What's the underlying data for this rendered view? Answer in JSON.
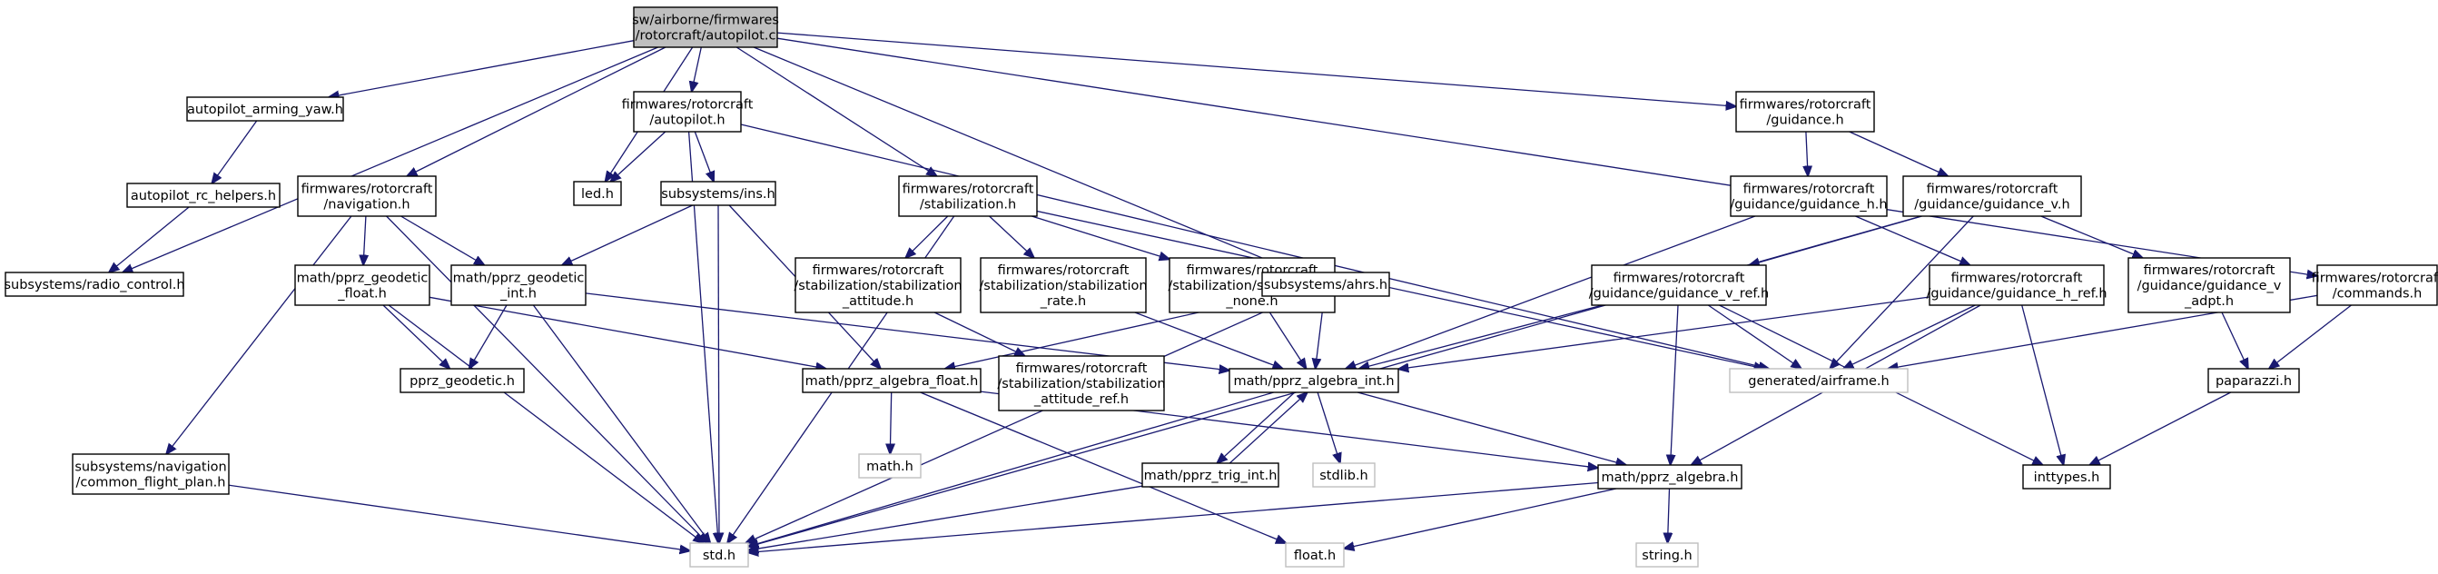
{
  "root": "a",
  "nodes": [
    {
      "id": "a",
      "lines": [
        "sw/airborne/firmwares",
        "/rotorcraft/autopilot.c"
      ]
    },
    {
      "id": "ary",
      "lines": [
        "autopilot_arming_yaw.h"
      ]
    },
    {
      "id": "rch",
      "lines": [
        "autopilot_rc_helpers.h"
      ]
    },
    {
      "id": "rc",
      "lines": [
        "subsystems/radio_control.h"
      ]
    },
    {
      "id": "nav",
      "lines": [
        "firmwares/rotorcraft",
        "/navigation.h"
      ]
    },
    {
      "id": "aph",
      "lines": [
        "firmwares/rotorcraft",
        "/autopilot.h"
      ]
    },
    {
      "id": "led",
      "lines": [
        "led.h"
      ]
    },
    {
      "id": "ins",
      "lines": [
        "subsystems/ins.h"
      ]
    },
    {
      "id": "stab",
      "lines": [
        "firmwares/rotorcraft",
        "/stabilization.h"
      ]
    },
    {
      "id": "guid",
      "lines": [
        "firmwares/rotorcraft",
        "/guidance.h"
      ]
    },
    {
      "id": "gh",
      "lines": [
        "firmwares/rotorcraft",
        "/guidance/guidance_h.h"
      ]
    },
    {
      "id": "gv",
      "lines": [
        "firmwares/rotorcraft",
        "/guidance/guidance_v.h"
      ]
    },
    {
      "id": "cmd",
      "lines": [
        "firmwares/rotorcraft",
        "/commands.h"
      ]
    },
    {
      "id": "pgf",
      "lines": [
        "math/pprz_geodetic",
        "_float.h"
      ]
    },
    {
      "id": "pgi",
      "lines": [
        "math/pprz_geodetic",
        "_int.h"
      ]
    },
    {
      "id": "pg",
      "lines": [
        "pprz_geodetic.h"
      ]
    },
    {
      "id": "sa",
      "lines": [
        "firmwares/rotorcraft",
        "/stabilization/stabilization",
        "_attitude.h"
      ]
    },
    {
      "id": "sr",
      "lines": [
        "firmwares/rotorcraft",
        "/stabilization/stabilization",
        "_rate.h"
      ]
    },
    {
      "id": "sn",
      "lines": [
        "firmwares/rotorcraft",
        "/stabilization/stabilization",
        "_none.h"
      ]
    },
    {
      "id": "ahrs",
      "lines": [
        "subsystems/ahrs.h"
      ]
    },
    {
      "id": "gvr",
      "lines": [
        "firmwares/rotorcraft",
        "/guidance/guidance_v_ref.h"
      ]
    },
    {
      "id": "ghr",
      "lines": [
        "firmwares/rotorcraft",
        "/guidance/guidance_h_ref.h"
      ]
    },
    {
      "id": "gva",
      "lines": [
        "firmwares/rotorcraft",
        "/guidance/guidance_v",
        "_adpt.h"
      ]
    },
    {
      "id": "sar",
      "lines": [
        "firmwares/rotorcraft",
        "/stabilization/stabilization",
        "_attitude_ref.h"
      ]
    },
    {
      "id": "paf",
      "lines": [
        "math/pprz_algebra_float.h"
      ]
    },
    {
      "id": "pai",
      "lines": [
        "math/pprz_algebra_int.h"
      ]
    },
    {
      "id": "af",
      "lines": [
        "generated/airframe.h"
      ],
      "sys": true
    },
    {
      "id": "pap",
      "lines": [
        "paparazzi.h"
      ]
    },
    {
      "id": "cfp",
      "lines": [
        "subsystems/navigation",
        "/common_flight_plan.h"
      ]
    },
    {
      "id": "mathh",
      "lines": [
        "math.h"
      ],
      "sys": true
    },
    {
      "id": "ptri",
      "lines": [
        "math/pprz_trig_int.h"
      ]
    },
    {
      "id": "stdlib",
      "lines": [
        "stdlib.h"
      ],
      "sys": true
    },
    {
      "id": "pa",
      "lines": [
        "math/pprz_algebra.h"
      ]
    },
    {
      "id": "inttypes",
      "lines": [
        "inttypes.h"
      ]
    },
    {
      "id": "std",
      "lines": [
        "std.h"
      ],
      "sys": true
    },
    {
      "id": "float",
      "lines": [
        "float.h"
      ],
      "sys": true
    },
    {
      "id": "string",
      "lines": [
        "string.h"
      ],
      "sys": true
    }
  ],
  "edges": [
    [
      "a",
      "ary"
    ],
    [
      "a",
      "rc"
    ],
    [
      "a",
      "nav"
    ],
    [
      "a",
      "aph"
    ],
    [
      "a",
      "led"
    ],
    [
      "a",
      "stab"
    ],
    [
      "a",
      "ahrs"
    ],
    [
      "a",
      "guid"
    ],
    [
      "a",
      "cmd"
    ],
    [
      "ary",
      "rch"
    ],
    [
      "rch",
      "rc"
    ],
    [
      "nav",
      "pgf"
    ],
    [
      "nav",
      "pgi"
    ],
    [
      "nav",
      "cfp"
    ],
    [
      "nav",
      "std"
    ],
    [
      "aph",
      "led"
    ],
    [
      "aph",
      "ins"
    ],
    [
      "aph",
      "std"
    ],
    [
      "aph",
      "af"
    ],
    [
      "ins",
      "pgi"
    ],
    [
      "ins",
      "paf"
    ],
    [
      "ins",
      "std"
    ],
    [
      "stab",
      "sa"
    ],
    [
      "stab",
      "sr"
    ],
    [
      "stab",
      "sn"
    ],
    [
      "stab",
      "std"
    ],
    [
      "stab",
      "af"
    ],
    [
      "guid",
      "gh"
    ],
    [
      "guid",
      "gv"
    ],
    [
      "gh",
      "ghr"
    ],
    [
      "gh",
      "pai"
    ],
    [
      "gv",
      "gvr"
    ],
    [
      "gv",
      "gva"
    ],
    [
      "gv",
      "af"
    ],
    [
      "gv",
      "std"
    ],
    [
      "cmd",
      "af"
    ],
    [
      "cmd",
      "pap"
    ],
    [
      "pgf",
      "pg"
    ],
    [
      "pgf",
      "paf"
    ],
    [
      "pgf",
      "std"
    ],
    [
      "pgi",
      "pg"
    ],
    [
      "pgi",
      "pai"
    ],
    [
      "pgi",
      "std"
    ],
    [
      "sa",
      "sar"
    ],
    [
      "sr",
      "pai"
    ],
    [
      "sn",
      "pai"
    ],
    [
      "ahrs",
      "paf"
    ],
    [
      "ahrs",
      "pai"
    ],
    [
      "ahrs",
      "std"
    ],
    [
      "gvr",
      "pai"
    ],
    [
      "gvr",
      "af"
    ],
    [
      "gvr",
      "pa"
    ],
    [
      "gvr",
      "inttypes"
    ],
    [
      "ghr",
      "pai"
    ],
    [
      "ghr",
      "af"
    ],
    [
      "ghr",
      "pa"
    ],
    [
      "ghr",
      "inttypes"
    ],
    [
      "gva",
      "pap"
    ],
    [
      "pap",
      "inttypes"
    ],
    [
      "paf",
      "mathh"
    ],
    [
      "paf",
      "pa"
    ],
    [
      "paf",
      "float"
    ],
    [
      "pai",
      "ptri"
    ],
    [
      "pai",
      "stdlib"
    ],
    [
      "pai",
      "pa"
    ],
    [
      "pai",
      "std"
    ],
    [
      "ptri",
      "pai"
    ],
    [
      "ptri",
      "std"
    ],
    [
      "cfp",
      "std"
    ],
    [
      "pa",
      "std"
    ],
    [
      "pa",
      "float"
    ],
    [
      "pa",
      "string"
    ]
  ]
}
